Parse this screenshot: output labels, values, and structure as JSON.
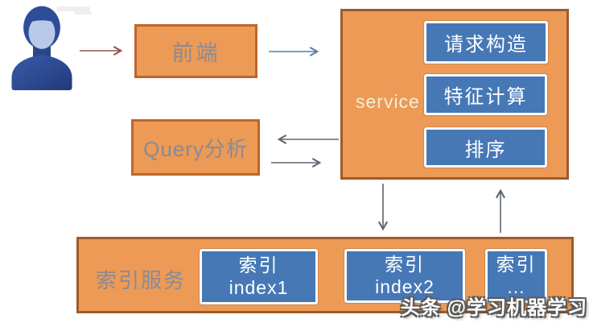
{
  "diagram": {
    "user_icon": "person-bust",
    "frontend": {
      "label": "前端"
    },
    "query_analysis": {
      "label": "Query分析"
    },
    "service": {
      "label": "service",
      "modules": [
        {
          "label": "请求构造"
        },
        {
          "label": "特征计算"
        },
        {
          "label": "排序"
        }
      ]
    },
    "index_service": {
      "label": "索引服务",
      "indexes": [
        {
          "title": "索引",
          "subtitle": "index1"
        },
        {
          "title": "索引",
          "subtitle": "index2"
        },
        {
          "title": "索引",
          "subtitle": "..."
        }
      ]
    },
    "watermark": "头条 @学习机器学习",
    "colors": {
      "box_fill": "#EC9A55",
      "box_border": "#BE662B",
      "big_box_border": "#9D5B2D",
      "module_fill": "#4678B6",
      "gray_text": "#8A8A96",
      "service_text": "#F5EEDC",
      "arrow_red": "#93504B",
      "arrow_blue": "#5B7FA6",
      "arrow_gray": "#5D6670"
    }
  }
}
